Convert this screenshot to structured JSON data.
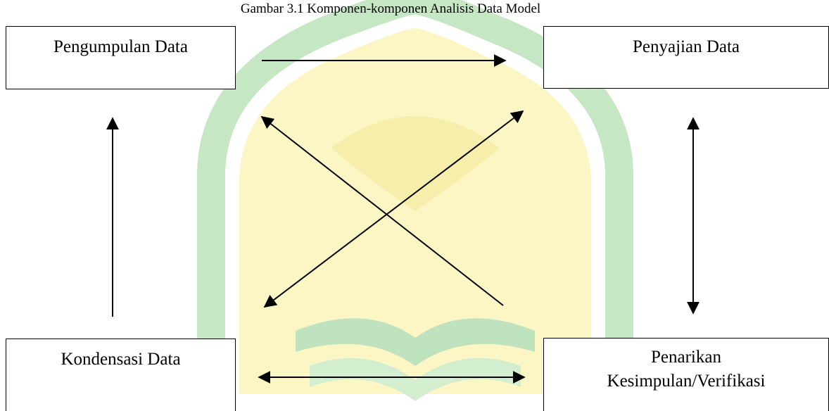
{
  "caption": "Gambar 3.1 Komponen-komponen Analisis Data Model",
  "nodes": {
    "pengumpulan": "Pengumpulan Data",
    "penyajian": "Penyajian Data",
    "kondensasi": "Kondensasi Data",
    "penarikan_line1": "Penarikan",
    "penarikan_line2": "Kesimpulan/Verifikasi"
  },
  "colors": {
    "watermark_yellow": "#FBF3B6",
    "watermark_green": "#BFE3BE",
    "arrow": "#000000"
  }
}
